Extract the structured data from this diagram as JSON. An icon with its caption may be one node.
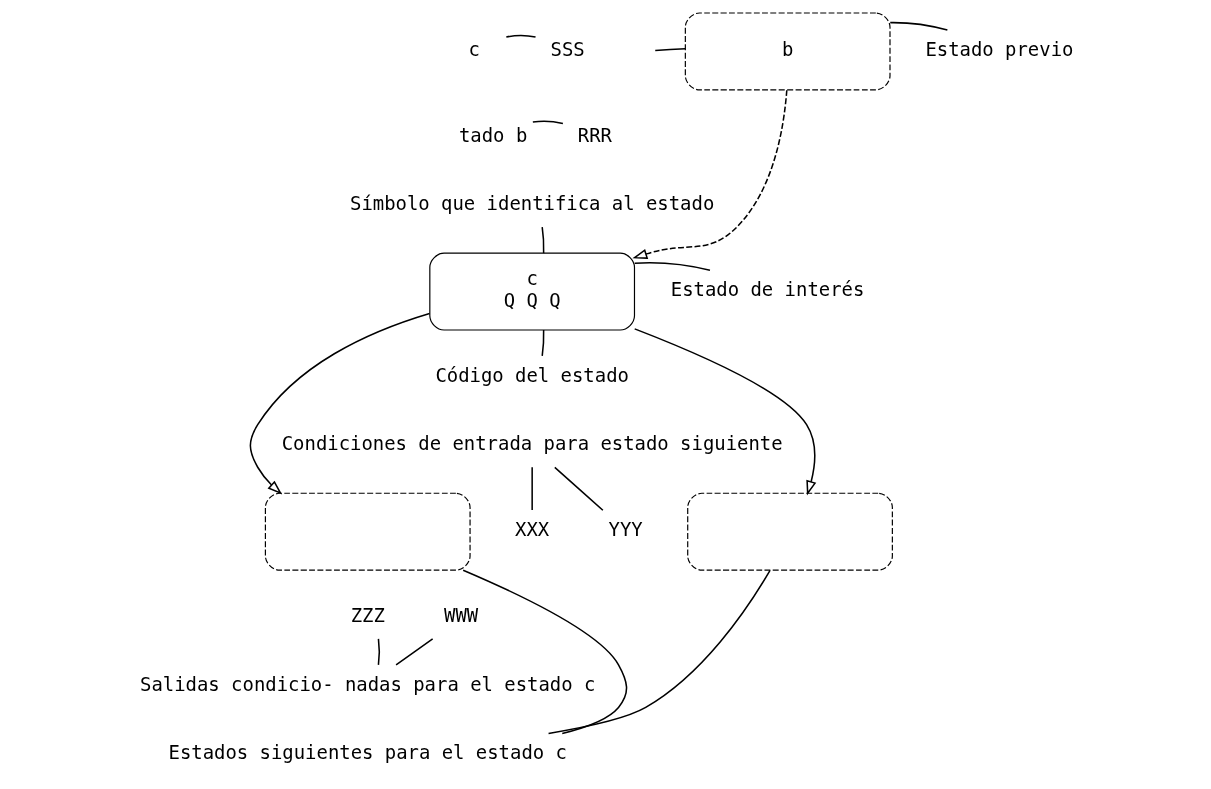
{
  "diagram": {
    "nodes": [
      {
        "text": [
          "c"
        ]
      },
      {
        "text": [
          "SSS"
        ]
      },
      {
        "text": [
          "tado b"
        ]
      },
      {
        "text": [
          "RRR"
        ]
      },
      {
        "text": [
          "b"
        ]
      },
      {
        "text": [
          "Estado previo"
        ]
      },
      {
        "text": [
          "c",
          "Q Q Q"
        ]
      },
      {
        "text": [
          "Símbolo que identifica al estado"
        ]
      },
      {
        "text": [
          "Estado de interés"
        ]
      },
      {
        "text": [
          "Código del estado"
        ]
      },
      {
        "text": [
          "Condiciones de entrada para estado siguiente"
        ]
      },
      {
        "text": [
          "XXX"
        ]
      },
      {
        "text": [
          "ZZZ"
        ]
      },
      {
        "text": [
          "YYY"
        ]
      },
      {
        "text": [
          "WWW"
        ]
      },
      {
        "text": [],
        "shape": "box"
      },
      {
        "text": [],
        "shape": "box"
      },
      {
        "text": [
          "Salidas condicio- nadas para el estado c"
        ]
      },
      {
        "text": [
          "Estados siguientes para el estado c"
        ]
      }
    ],
    "edges": [
      {
        "from": 0,
        "to": 1,
        "arrow": "none"
      },
      {
        "from": 2,
        "to": 3,
        "arrow": "none"
      },
      {
        "from": null,
        "to": 4,
        "arrow": "none"
      },
      {
        "from": 5,
        "to": 4,
        "arrow": "none"
      },
      {
        "from": 4,
        "to": 6,
        "arrow": "to",
        "style": "dashed"
      },
      {
        "from": 7,
        "to": 6,
        "arrow": "none"
      },
      {
        "from": 8,
        "to": 6,
        "arrow": "none"
      },
      {
        "from": 9,
        "to": 6,
        "arrow": "none"
      },
      {
        "from": 6,
        "to": 15,
        "arrow": "to"
      },
      {
        "from": 6,
        "to": 16,
        "arrow": "to"
      },
      {
        "from": 10,
        "to": 11,
        "arrow": "none"
      },
      {
        "from": 10,
        "to": 13,
        "arrow": "none"
      },
      {
        "from": 17,
        "to": 12,
        "arrow": "none"
      },
      {
        "from": 17,
        "to": 14,
        "arrow": "none"
      },
      {
        "from": 18,
        "to": 15,
        "arrow": "none"
      },
      {
        "from": 18,
        "to": 16,
        "arrow": "none"
      }
    ]
  }
}
